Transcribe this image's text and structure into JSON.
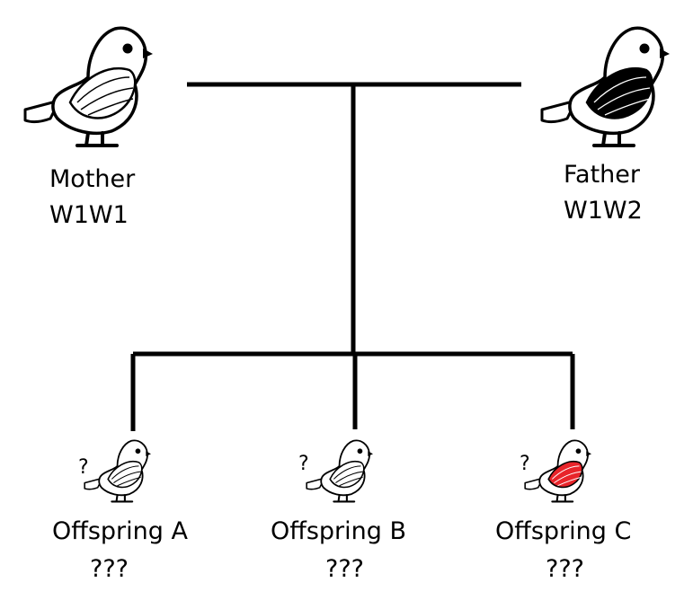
{
  "parents": {
    "mother": {
      "name": "Mother",
      "genotype": "W1W1",
      "wing_color": "#ffffff"
    },
    "father": {
      "name": "Father",
      "genotype": "W1W2",
      "wing_color": "#000000"
    }
  },
  "offspring": [
    {
      "name": "Offspring A",
      "genotype": "???",
      "mark": "?",
      "wing_color": "#ffffff"
    },
    {
      "name": "Offspring B",
      "genotype": "???",
      "mark": "?",
      "wing_color": "#ffffff"
    },
    {
      "name": "Offspring C",
      "genotype": "???",
      "mark": "?",
      "wing_color": "#e8242a"
    }
  ]
}
